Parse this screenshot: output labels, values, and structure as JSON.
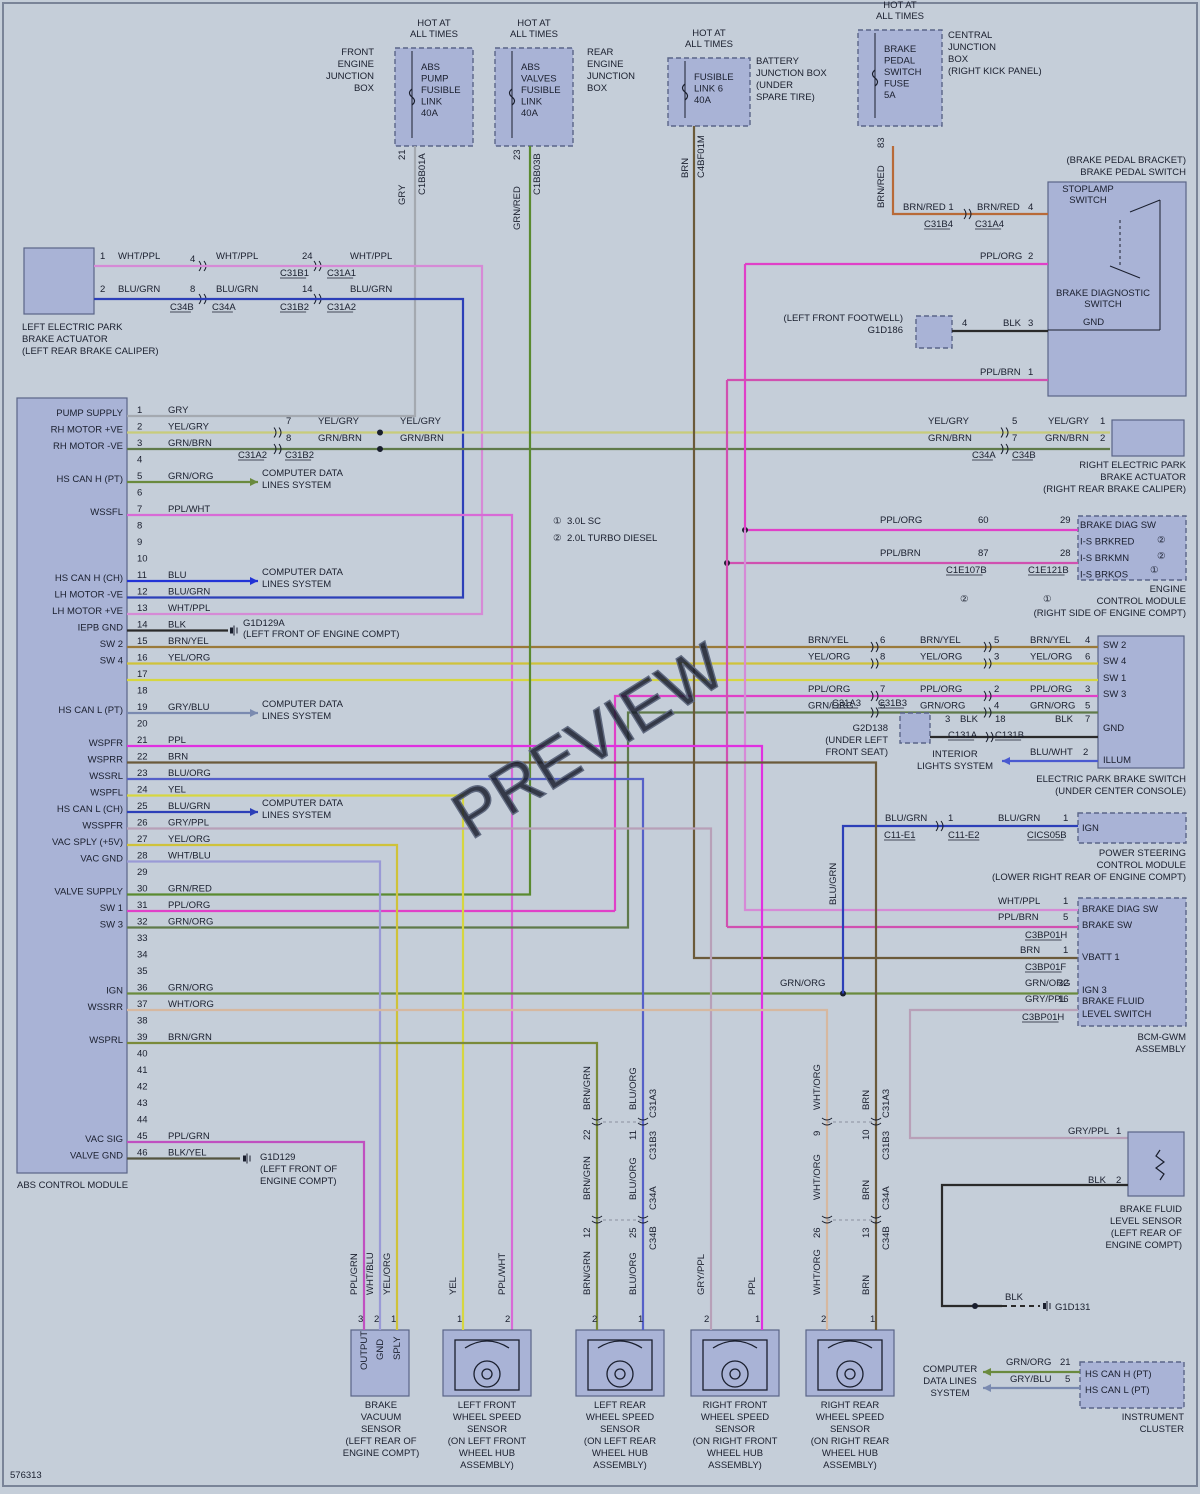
{
  "diagram_id": "576313",
  "watermark": "PREVIEW",
  "colors": {
    "gry": "#a4a9b0",
    "wht_ppl": "#d68ad6",
    "blu_grn": "#2c3fb8",
    "yel_gry": "#c8cc7a",
    "grn_brn": "#5f7a4a",
    "grn_org": "#6a8a3e",
    "ppl_wht": "#d86ad6",
    "blu": "#2233d6",
    "blk": "#2a2a2a",
    "brn_yel": "#9a7a3a",
    "yel_org": "#cfc23a",
    "ppl_org": "#e040c8",
    "grn_red": "#5a8a30",
    "brn_red": "#b86a38",
    "ppl_brn": "#d050b0",
    "brn": "#6b5a3a",
    "blu_org": "#5560c8",
    "yel": "#d6d640",
    "gry_ppl": "#b8a0b8",
    "wht_blu": "#9a9ad6",
    "wht_org": "#d6b8a0",
    "brn_grn": "#7a8a3a",
    "ppl": "#e030e0",
    "ppl_grn": "#c050c0",
    "blk_yel": "#555540",
    "blu_wht": "#4a5ad0",
    "grn_org2": "#6a8a3e",
    "gry_blu": "#7a8ab0",
    "arrow": "#3344aa"
  },
  "components": {
    "abs_pump_fuse": {
      "hot": [
        "HOT AT",
        "ALL TIMES"
      ],
      "lines": [
        "ABS",
        "PUMP",
        "FUSIBLE",
        "LINK",
        "40A"
      ],
      "box": [
        "FRONT",
        "ENGINE",
        "JUNCTION",
        "BOX"
      ],
      "pin": "21",
      "wire": "GRY",
      "conn": "C1BB01A"
    },
    "abs_valves_fuse": {
      "hot": [
        "HOT AT",
        "ALL TIMES"
      ],
      "lines": [
        "ABS",
        "VALVES",
        "FUSIBLE",
        "LINK",
        "40A"
      ],
      "box": [
        "REAR",
        "ENGINE",
        "JUNCTION",
        "BOX"
      ],
      "pin": "23",
      "wire": "GRN/RED",
      "conn": "C1BB03B"
    },
    "battery_fuse": {
      "hot": [
        "HOT AT",
        "ALL TIMES"
      ],
      "lines": [
        "FUSIBLE",
        "LINK 6",
        "40A"
      ],
      "box": [
        "BATTERY",
        "JUNCTION BOX",
        "(UNDER",
        "SPARE TIRE)"
      ],
      "wire": "BRN",
      "conn": "C4BF01M"
    },
    "brake_pedal_fuse": {
      "hot": [
        "HOT AT",
        "ALL TIMES"
      ],
      "lines": [
        "BRAKE",
        "PEDAL",
        "SWITCH",
        "FUSE",
        "5A"
      ],
      "box": [
        "CENTRAL",
        "JUNCTION",
        "BOX",
        "(RIGHT KICK PANEL)"
      ],
      "pin": "83",
      "wire": "BRN/RED"
    },
    "brake_pedal_switch": {
      "title": [
        "(BRAKE PEDAL BRACKET)",
        "BRAKE PEDAL SWITCH"
      ],
      "stoplamp": [
        "STOPLAMP",
        "SWITCH"
      ],
      "diag": [
        "BRAKE DIAGNOSTIC",
        "SWITCH"
      ],
      "gnd": "GND"
    },
    "left_epb": [
      "LEFT ELECTRIC PARK",
      "BRAKE ACTUATOR",
      "(LEFT REAR BRAKE CALIPER)"
    ],
    "right_epb": [
      "RIGHT ELECTRIC PARK",
      "BRAKE ACTUATOR",
      "(RIGHT REAR BRAKE CALIPER)"
    ],
    "abs_module": "ABS CONTROL MODULE",
    "ecm": {
      "pins": [
        "BRAKE DIAG SW",
        "I-S BRKRED",
        "I-S BRKMN",
        "I-S BRKOS"
      ],
      "circ": [
        "②",
        "①"
      ],
      "label": [
        "ENGINE",
        "CONTROL MODULE",
        "(RIGHT SIDE OF ENGINE COMPT)"
      ]
    },
    "epb_switch": {
      "pins": [
        "SW 2",
        "SW 4",
        "SW 1",
        "SW 3",
        "GND",
        "ILLUM"
      ],
      "label": [
        "ELECTRIC PARK BRAKE SWITCH",
        "(UNDER CENTER CONSOLE)"
      ]
    },
    "pscm": {
      "pin": "IGN",
      "label": [
        "POWER STEERING",
        "CONTROL MODULE",
        "(LOWER RIGHT REAR OF ENGINE COMPT)"
      ]
    },
    "bcm": {
      "pins": [
        "BRAKE DIAG SW",
        "BRAKE SW",
        "VBATT 1",
        "IGN 3",
        "BRAKE FLUID",
        "LEVEL SWITCH"
      ],
      "label": [
        "BCM-GWM",
        "ASSEMBLY"
      ]
    },
    "brake_fluid_sensor": [
      "BRAKE FLUID",
      "LEVEL SENSOR",
      "(LEFT REAR OF",
      "ENGINE COMPT)"
    ],
    "instrument_cluster": {
      "pins": [
        "HS CAN H (PT)",
        "HS CAN L (PT)"
      ],
      "label": [
        "INSTRUMENT",
        "CLUSTER"
      ]
    },
    "brake_vacuum": {
      "pins": [
        "OUTPUT",
        "GND",
        "SPLY"
      ],
      "label": [
        "BRAKE",
        "VACUUM",
        "SENSOR",
        "(LEFT REAR OF",
        "ENGINE COMPT)"
      ]
    },
    "lf_wss": [
      "LEFT FRONT",
      "WHEEL SPEED",
      "SENSOR",
      "(ON LEFT FRONT",
      "WHEEL HUB",
      "ASSEMBLY)"
    ],
    "lr_wss": [
      "LEFT REAR",
      "WHEEL SPEED",
      "SENSOR",
      "(ON LEFT REAR",
      "WHEEL HUB",
      "ASSEMBLY)"
    ],
    "rf_wss": [
      "RIGHT FRONT",
      "WHEEL SPEED",
      "SENSOR",
      "(ON RIGHT FRONT",
      "WHEEL HUB",
      "ASSEMBLY)"
    ],
    "rr_wss": [
      "RIGHT REAR",
      "WHEEL SPEED",
      "SENSOR",
      "(ON RIGHT REAR",
      "WHEEL HUB",
      "ASSEMBLY)"
    ]
  },
  "abs_pin_labels": [
    {
      "pin": "1",
      "label": "PUMP SUPPLY"
    },
    {
      "pin": "2",
      "label": "RH MOTOR +VE"
    },
    {
      "pin": "3",
      "label": "RH MOTOR -VE"
    },
    {
      "pin": "5",
      "label": "HS CAN H (PT)"
    },
    {
      "pin": "7",
      "label": "WSSFL"
    },
    {
      "pin": "11",
      "label": "HS CAN H (CH)"
    },
    {
      "pin": "12",
      "label": "LH MOTOR -VE"
    },
    {
      "pin": "13",
      "label": "LH MOTOR +VE"
    },
    {
      "pin": "14",
      "label": "IEPB GND"
    },
    {
      "pin": "15",
      "label": "SW 2"
    },
    {
      "pin": "16",
      "label": "SW 4"
    },
    {
      "pin": "19",
      "label": "HS CAN L (PT)"
    },
    {
      "pin": "21",
      "label": "WSPFR"
    },
    {
      "pin": "22",
      "label": "WSPRR"
    },
    {
      "pin": "23",
      "label": "WSSRL"
    },
    {
      "pin": "24",
      "label": "WSPFL"
    },
    {
      "pin": "25",
      "label": "HS CAN L (CH)"
    },
    {
      "pin": "26",
      "label": "WSSPFR"
    },
    {
      "pin": "27",
      "label": "VAC SPLY (+5V)"
    },
    {
      "pin": "28",
      "label": "VAC GND"
    },
    {
      "pin": "30",
      "label": "VALVE SUPPLY"
    },
    {
      "pin": "31",
      "label": "SW 1"
    },
    {
      "pin": "32",
      "label": "SW 3"
    },
    {
      "pin": "36",
      "label": "IGN"
    },
    {
      "pin": "37",
      "label": "WSSRR"
    },
    {
      "pin": "39",
      "label": "WSPRL"
    },
    {
      "pin": "45",
      "label": "VAC SIG"
    },
    {
      "pin": "46",
      "label": "VALVE GND"
    }
  ],
  "abs_wires": [
    "GRY",
    "YEL/GRY",
    "GRN/BRN",
    "",
    "GRN/ORG",
    "",
    "PPL/WHT",
    "",
    "",
    "",
    "BLU",
    "BLU/GRN",
    "WHT/PPL",
    "BLK",
    "BRN/YEL",
    "YEL/ORG",
    "",
    "",
    "GRY/BLU",
    "",
    "PPL",
    "BRN",
    "BLU/ORG",
    "YEL",
    "BLU/GRN",
    "GRY/PPL",
    "YEL/ORG",
    "WHT/BLU",
    "",
    "GRN/RED",
    "PPL/ORG",
    "GRN/ORG",
    "",
    "",
    "",
    "GRN/ORG",
    "WHT/ORG",
    "",
    "BRN/GRN",
    "",
    "",
    "",
    "",
    "",
    "PPL/GRN",
    "BLK/YEL"
  ],
  "notes": {
    "comp_data": [
      "COMPUTER DATA",
      "LINES SYSTEM"
    ],
    "engine_note1": "3.0L SC",
    "engine_note2": "2.0L TURBO DIESEL",
    "g1d129a": [
      "G1D129A",
      "(LEFT FRONT OF ENGINE COMPT)"
    ],
    "g1d129": [
      "G1D129",
      "(LEFT FRONT OF",
      "ENGINE COMPT)"
    ],
    "g1d186": [
      "(LEFT FRONT FOOTWELL)",
      "G1D186"
    ],
    "g2d138": [
      "G2D138",
      "(UNDER LEFT",
      "FRONT SEAT)"
    ],
    "interior": [
      "INTERIOR",
      "LIGHTS SYSTEM"
    ],
    "g1d131": "G1D131",
    "cluster_data": [
      "COMPUTER",
      "DATA LINES",
      "SYSTEM"
    ]
  }
}
